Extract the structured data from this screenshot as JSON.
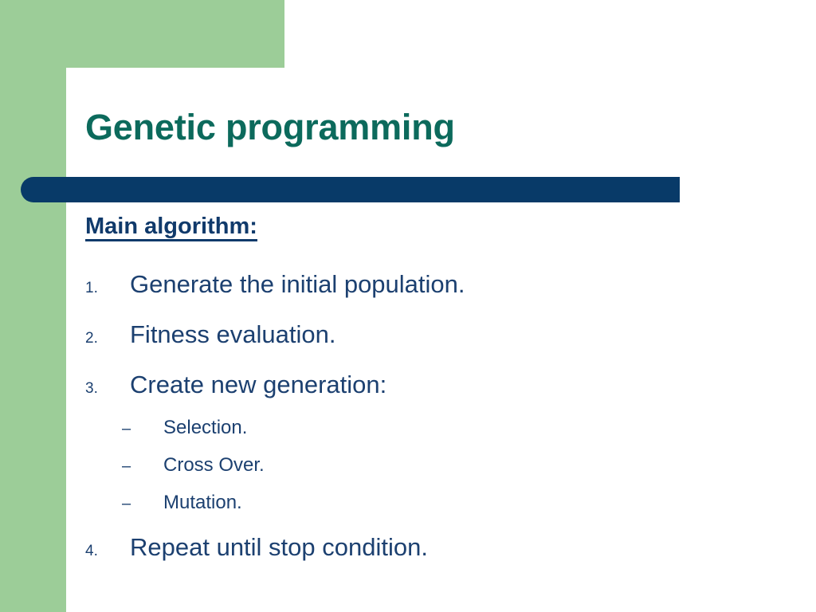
{
  "slide": {
    "title": "Genetic programming",
    "lead_heading": "Main algorithm:",
    "steps": [
      {
        "marker": "1.",
        "text": "Generate the initial population.",
        "subitems": []
      },
      {
        "marker": "2.",
        "text": "Fitness evaluation.",
        "subitems": []
      },
      {
        "marker": "3.",
        "text": "Create new generation:",
        "subitems": [
          {
            "marker": "–",
            "text": "Selection."
          },
          {
            "marker": "–",
            "text": "Cross Over."
          },
          {
            "marker": "–",
            "text": "Mutation."
          }
        ]
      },
      {
        "marker": "4.",
        "text": "Repeat until stop condition.",
        "subitems": []
      }
    ]
  },
  "theme": {
    "green_panel": "#9ccd98",
    "title_teal": "#0c6a5c",
    "divider_navy": "#083a68",
    "body_navy": "#1c4070",
    "background": "#ffffff"
  }
}
